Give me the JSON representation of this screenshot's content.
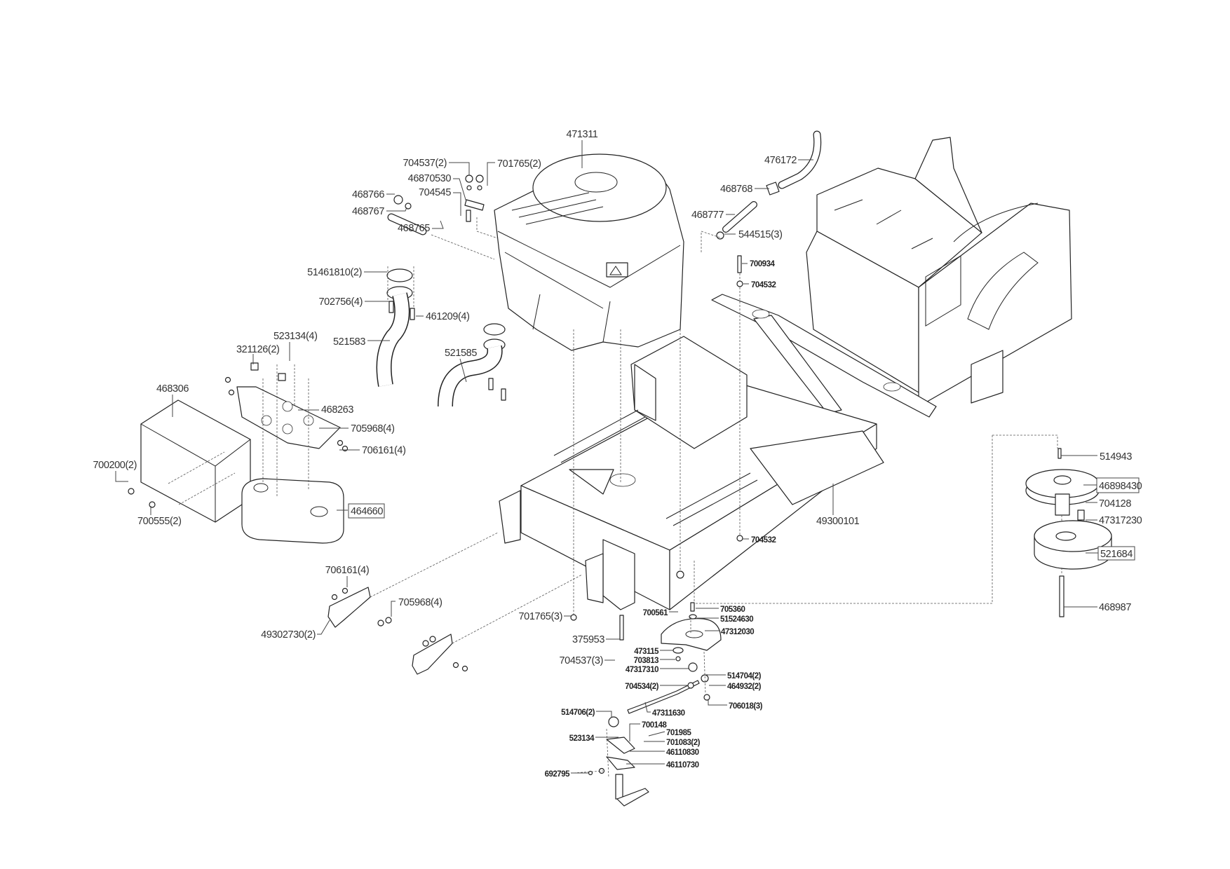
{
  "diagram": {
    "type": "exploded parts diagram",
    "colors": {
      "line": "#222222",
      "text": "#333333",
      "background": "#ffffff"
    },
    "parts": [
      {
        "number": "471311"
      },
      {
        "number": "476172"
      },
      {
        "number": "704537(2)"
      },
      {
        "number": "701765(2)"
      },
      {
        "number": "46870530"
      },
      {
        "number": "704545"
      },
      {
        "number": "468766"
      },
      {
        "number": "468767"
      },
      {
        "number": "468765"
      },
      {
        "number": "468768"
      },
      {
        "number": "468777"
      },
      {
        "number": "544515(3)"
      },
      {
        "number": "700934"
      },
      {
        "number": "704532"
      },
      {
        "number": "51461810(2)"
      },
      {
        "number": "702756(4)"
      },
      {
        "number": "461209(4)"
      },
      {
        "number": "523134(4)"
      },
      {
        "number": "321126(2)"
      },
      {
        "number": "521583"
      },
      {
        "number": "521585"
      },
      {
        "number": "468306"
      },
      {
        "number": "468263"
      },
      {
        "number": "705968(4)"
      },
      {
        "number": "706161(4)"
      },
      {
        "number": "700200(2)"
      },
      {
        "number": "700555(2)"
      },
      {
        "number": "464660",
        "boxed": true
      },
      {
        "number": "49300101"
      },
      {
        "number": "514943"
      },
      {
        "number": "46898430",
        "boxed": true
      },
      {
        "number": "704128"
      },
      {
        "number": "47317230"
      },
      {
        "number": "521684",
        "boxed": true
      },
      {
        "number": "468987"
      },
      {
        "number": "704532"
      },
      {
        "number": "706161(4)"
      },
      {
        "number": "705968(4)"
      },
      {
        "number": "49302730(2)"
      },
      {
        "number": "701765(3)"
      },
      {
        "number": "700561"
      },
      {
        "number": "705360"
      },
      {
        "number": "51524630"
      },
      {
        "number": "47312030"
      },
      {
        "number": "375953"
      },
      {
        "number": "473115"
      },
      {
        "number": "703813"
      },
      {
        "number": "704537(3)"
      },
      {
        "number": "47317310"
      },
      {
        "number": "514704(2)"
      },
      {
        "number": "704534(2)"
      },
      {
        "number": "464932(2)"
      },
      {
        "number": "706018(3)"
      },
      {
        "number": "514706(2)"
      },
      {
        "number": "47311630"
      },
      {
        "number": "700148"
      },
      {
        "number": "523134"
      },
      {
        "number": "701985"
      },
      {
        "number": "701083(2)"
      },
      {
        "number": "46110830"
      },
      {
        "number": "46110730"
      },
      {
        "number": "692795"
      }
    ]
  }
}
